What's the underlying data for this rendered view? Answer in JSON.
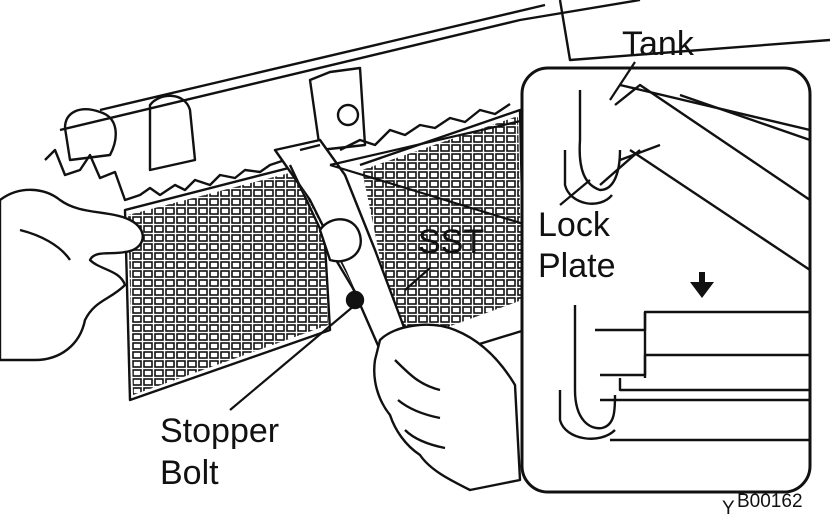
{
  "labels": {
    "tank": "Tank",
    "lock_plate_line1": "Lock",
    "lock_plate_line2": "Plate",
    "sst": "SST",
    "stopper_line1": "Stopper",
    "stopper_line2": "Bolt",
    "figure_code": "B00162",
    "figure_code_prefix": "Y"
  },
  "icons": {
    "arrow": "down-arrow-icon"
  },
  "colors": {
    "ink": "#111111",
    "paper": "#ffffff"
  }
}
